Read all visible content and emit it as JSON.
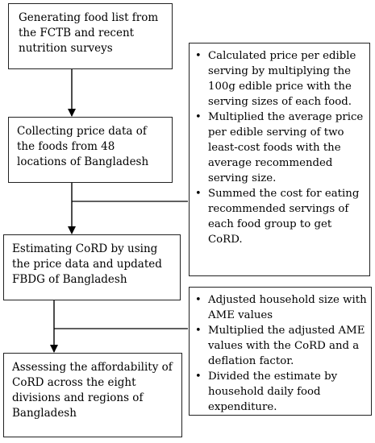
{
  "steps": [
    {
      "text": "Generating food list from the FCTB and recent nutrition surveys"
    },
    {
      "text": "Collecting price data of the foods from 48 locations of Bangladesh"
    },
    {
      "text": "Estimating CoRD by using the price data and updated FBDG of Bangladesh"
    },
    {
      "text": "Assessing the affordability of CoRD across the eight divisions and regions of Bangladesh"
    }
  ],
  "notes": [
    {
      "items": [
        "Calculated price per edible serving by multiplying the 100g edible price with the serving sizes of each food.",
        "Multiplied the average price per edible serving of two least-cost foods with the average recommended serving size.",
        "Summed the cost for eating recommended servings of each food group to get CoRD."
      ]
    },
    {
      "items": [
        "Adjusted household size with AME values",
        "Multiplied the adjusted AME values with the CoRD and a deflation factor.",
        "Divided the estimate by household daily food expenditure."
      ]
    }
  ],
  "bullet_symbol": "•"
}
